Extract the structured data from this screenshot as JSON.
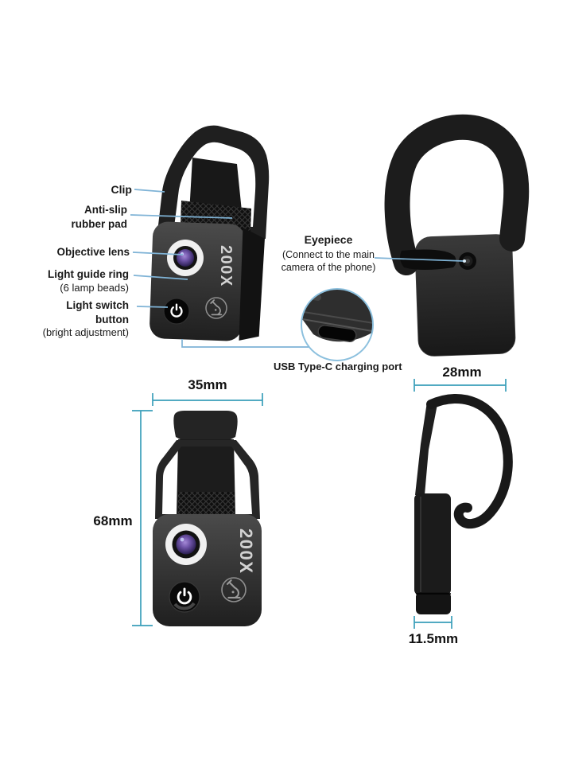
{
  "colors": {
    "page_bg": "#ffffff",
    "callout_line": "#7fb3d6",
    "dimension_line": "#3a9fba",
    "label_text": "#1a1a1a",
    "device_text": "#d2d2d2",
    "lens_iris": "#6b51a3",
    "device_body": "#2a2a2a"
  },
  "annotations": {
    "clip": {
      "label": "Clip"
    },
    "anti_slip": {
      "label": "Anti-slip rubber pad"
    },
    "objective_lens": {
      "label": "Objective lens"
    },
    "light_guide_ring": {
      "label": "Light guide ring",
      "note": "(6 lamp beads)"
    },
    "light_switch": {
      "label": "Light switch button",
      "note": "(bright adjustment)"
    },
    "eyepiece": {
      "label": "Eyepiece",
      "note": "(Connect to the main camera of the phone)"
    },
    "usb_port": {
      "label": "USB Type-C charging port"
    }
  },
  "dimensions": {
    "front_width": "35mm",
    "front_height": "68mm",
    "side_width": "28mm",
    "side_thickness": "11.5mm"
  },
  "product": {
    "magnification": "200X"
  },
  "icons": {
    "power_button": "power-icon",
    "logo": "microscope-icon",
    "magnifier_detail": "usb-port-magnifier"
  }
}
